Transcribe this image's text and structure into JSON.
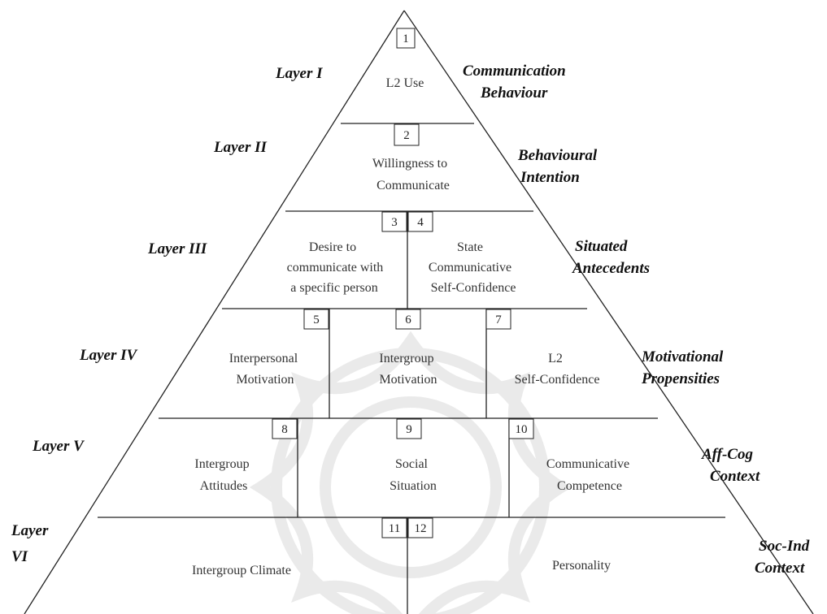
{
  "layers": [
    {
      "label_lines": [
        "Layer I"
      ],
      "category_lines": [
        "Communication",
        "Behaviour"
      ]
    },
    {
      "label_lines": [
        "Layer II"
      ],
      "category_lines": [
        "Behavioural",
        "Intention"
      ]
    },
    {
      "label_lines": [
        "Layer III"
      ],
      "category_lines": [
        "Situated",
        "Antecedents"
      ]
    },
    {
      "label_lines": [
        "Layer IV"
      ],
      "category_lines": [
        "Motivational",
        "Propensities"
      ]
    },
    {
      "label_lines": [
        "Layer V"
      ],
      "category_lines": [
        "Aff-Cog",
        "Context"
      ]
    },
    {
      "label_lines": [
        "Layer",
        "VI"
      ],
      "category_lines": [
        "Soc-Ind",
        "Context"
      ]
    }
  ],
  "boxes": [
    {
      "number": "1",
      "lines": [
        "L2 Use"
      ]
    },
    {
      "number": "2",
      "lines": [
        "Willingness to",
        "Communicate"
      ]
    },
    {
      "number": "3",
      "lines": [
        "Desire to",
        "communicate with",
        "a specific person"
      ]
    },
    {
      "number": "4",
      "lines": [
        "State",
        "Communicative",
        "Self-Confidence"
      ]
    },
    {
      "number": "5",
      "lines": [
        "Interpersonal",
        "Motivation"
      ]
    },
    {
      "number": "6",
      "lines": [
        "Intergroup",
        "Motivation"
      ]
    },
    {
      "number": "7",
      "lines": [
        "L2",
        "Self-Confidence"
      ]
    },
    {
      "number": "8",
      "lines": [
        "Intergroup",
        "Attitudes"
      ]
    },
    {
      "number": "9",
      "lines": [
        "Social",
        "Situation"
      ]
    },
    {
      "number": "10",
      "lines": [
        "Communicative",
        "Competence"
      ]
    },
    {
      "number": "11",
      "lines": [
        "Intergroup Climate"
      ]
    },
    {
      "number": "12",
      "lines": [
        "Personality"
      ]
    }
  ]
}
